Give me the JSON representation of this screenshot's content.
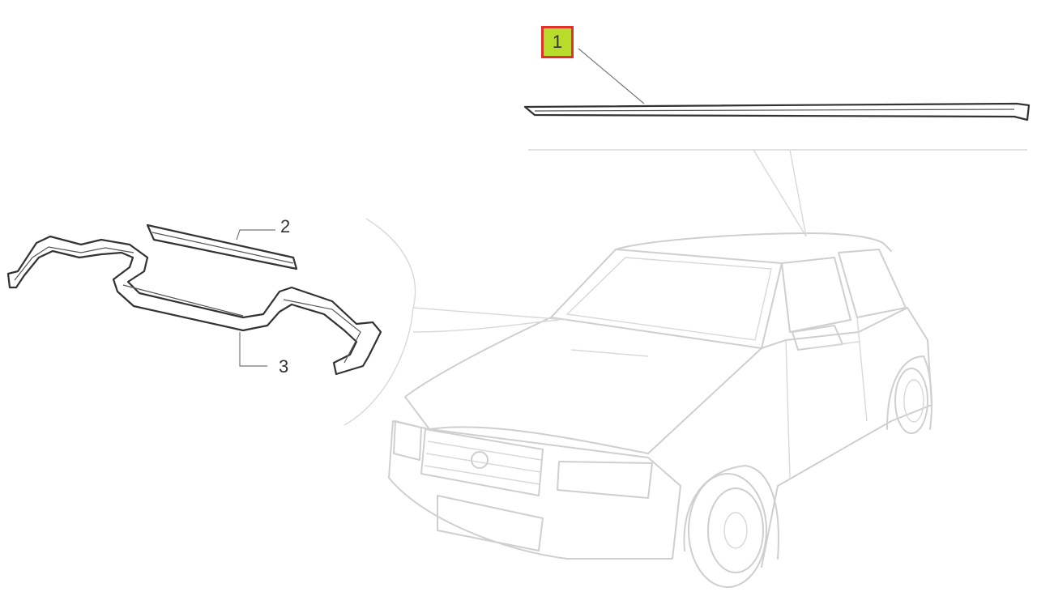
{
  "callouts": {
    "part_1": "1",
    "part_2": "2",
    "part_3": "3"
  },
  "colors": {
    "highlight_fill": "#b8dc2a",
    "highlight_border": "#e0302a",
    "part_stroke": "#333333",
    "car_stroke": "#cfcfcf"
  }
}
